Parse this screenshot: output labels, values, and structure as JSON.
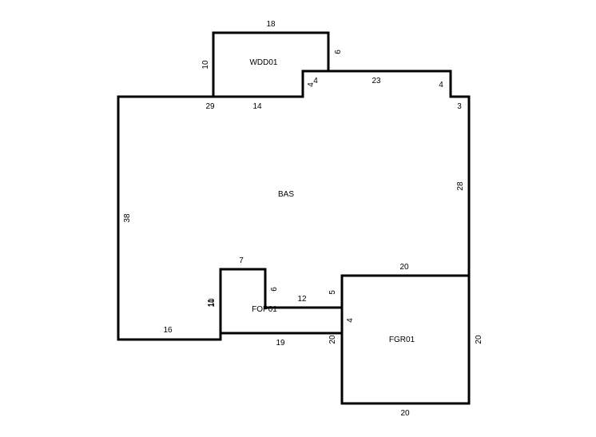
{
  "areas": {
    "wdd": "WDD01",
    "bas": "BAS",
    "fop": "FOP01",
    "fgr": "FGR01"
  },
  "dimensions": {
    "wdd_top": "18",
    "wdd_left": "10",
    "wdd_right": "6",
    "bas_step_up_a": "4",
    "bas_step_up_b": "4",
    "bas_top_right": "23",
    "bas_right_notch": "4",
    "bas_top_left": "29",
    "bas_top_mid": "14",
    "bas_right_notch_in": "3",
    "bas_right": "28",
    "bas_left": "38",
    "bas_bottom_left": "16",
    "fop_top": "7",
    "fop_right": "6",
    "fop_inner": "12",
    "fop_left_a": "11",
    "fop_left_b": "10",
    "fop_step": "5",
    "fop_bottom": "19",
    "fgr_step": "4",
    "fgr_left": "20",
    "fgr_top": "20",
    "fgr_right": "20",
    "fgr_bottom": "20"
  }
}
